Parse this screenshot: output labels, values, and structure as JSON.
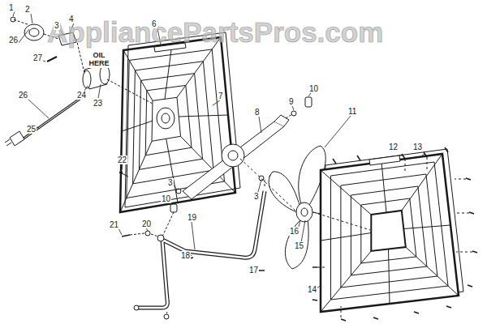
{
  "diagram": {
    "labels": [
      "AppliancePartsPros.com",
      "1",
      "2",
      "3",
      "4",
      "6",
      "OIL HERE",
      "26",
      "27",
      "24",
      "23",
      "26",
      "25",
      "7",
      "8",
      "9",
      "10",
      "11",
      "22",
      "3",
      "10",
      "3",
      "12",
      "13",
      "21",
      "20",
      "19",
      "18",
      "17",
      "16",
      "15",
      "14"
    ]
  }
}
